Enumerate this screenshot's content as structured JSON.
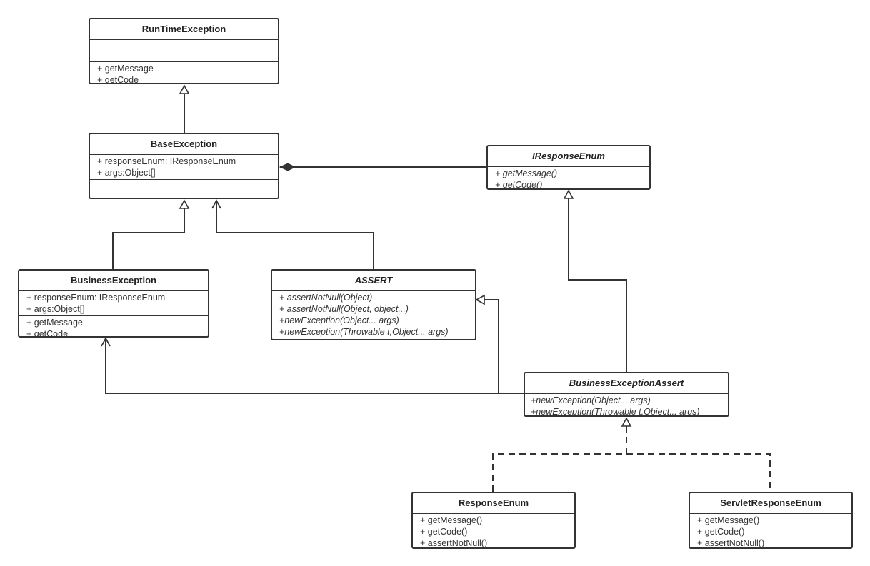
{
  "classes": {
    "runtime": {
      "name": "RunTimeException",
      "attrs": [],
      "ops": [
        "+ getMessage",
        "+ getCode"
      ]
    },
    "base": {
      "name": "BaseException",
      "attrs": [
        "+ responseEnum: IResponseEnum",
        "+ args:Object[]"
      ],
      "ops": []
    },
    "iresponse": {
      "name": "IResponseEnum",
      "ops": [
        "+ getMessage()",
        "+ getCode()"
      ]
    },
    "business": {
      "name": "BusinessException",
      "attrs": [
        "+ responseEnum: IResponseEnum",
        "+ args:Object[]"
      ],
      "ops": [
        "+ getMessage",
        "+ getCode"
      ]
    },
    "assert": {
      "name": "ASSERT",
      "ops": [
        "+ assertNotNull(Object)",
        "+ assertNotNull(Object, object...)",
        "+newException(Object... args)",
        "+newException(Throwable t,Object... args)"
      ]
    },
    "bea": {
      "name": "BusinessExceptionAssert",
      "ops": [
        "+newException(Object... args)",
        "+newException(Throwable t,Object... args)"
      ]
    },
    "response_enum": {
      "name": "ResponseEnum",
      "ops": [
        "+ getMessage()",
        "+ getCode()",
        "+ assertNotNull()"
      ]
    },
    "servlet_enum": {
      "name": "ServletResponseEnum",
      "ops": [
        "+ getMessage()",
        "+ getCode()",
        "+ assertNotNull()"
      ]
    }
  },
  "colors": {
    "line": "#333333",
    "text": "#333333",
    "background": "#ffffff"
  }
}
